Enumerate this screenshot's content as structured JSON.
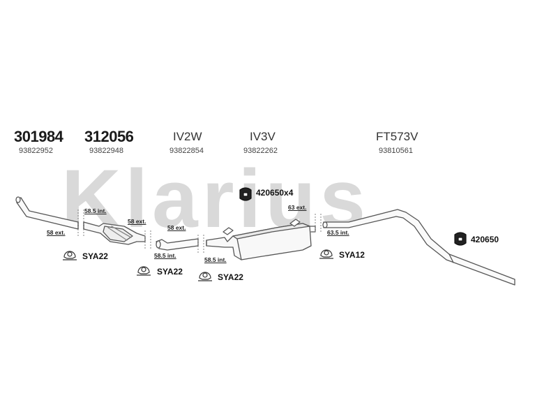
{
  "watermark": "Klarius",
  "parts": [
    {
      "part_no": "301984",
      "oe_no": "93822952"
    },
    {
      "part_no": "312056",
      "oe_no": "93822948"
    },
    {
      "part_no": "IV2W",
      "oe_no": "93822854"
    },
    {
      "part_no": "IV3V",
      "oe_no": "93822262"
    },
    {
      "part_no": "FT573V",
      "oe_no": "93810561"
    }
  ],
  "dimensions": {
    "d1": "58 ext.",
    "d2": "58.5 int.",
    "d3": "58 ext.",
    "d4": "58 ext.",
    "d5": "58.5 int.",
    "d6": "58.5 int.",
    "d7": "63 ext.",
    "d8": "63.5 int."
  },
  "accessories": {
    "a1": "SYA22",
    "a2": "SYA22",
    "a3": "SYA22",
    "a4": "SYA12",
    "a5": "420650x4",
    "a6": "420650"
  },
  "icons": {
    "clamp": "clamp-icon",
    "hanger": "rubber-hanger-icon"
  }
}
